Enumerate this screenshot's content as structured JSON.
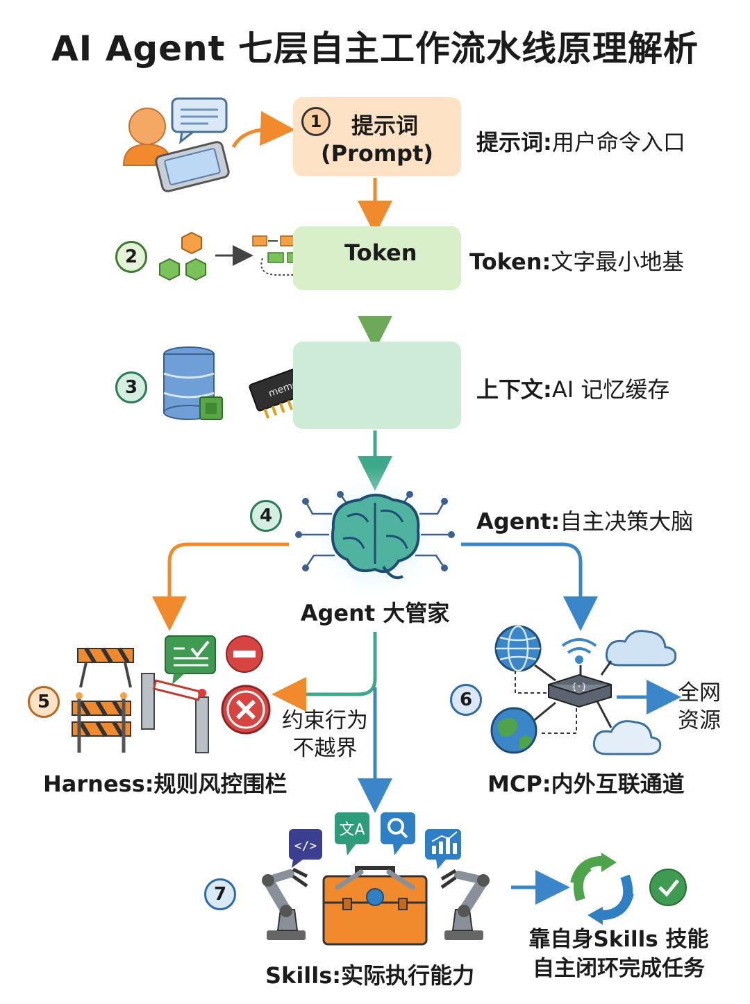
{
  "title": "AI Agent 七层自主工作流水线原理解析",
  "layers": [
    {
      "num": "1",
      "box_line1": "提示词",
      "box_line2": "(Prompt)",
      "desc_term": "提示词:",
      "desc_text": "用户命令入口"
    },
    {
      "num": "2",
      "box_label": "Token",
      "desc_term": "Token:",
      "desc_text": "文字最小地基"
    },
    {
      "num": "3",
      "chip_text": "memory",
      "desc_term": "上下文:",
      "desc_text": "AI 记忆缓存"
    },
    {
      "num": "4",
      "center_label": "Agent 大管家",
      "desc_term": "Agent:",
      "desc_text": "自主决策大脑"
    },
    {
      "num": "5",
      "label": "Harness:规则风控围栏",
      "side_line1": "约束行为",
      "side_line2": "不越界"
    },
    {
      "num": "6",
      "label": "MCP:内外互联通道",
      "side_line1": "全网",
      "side_line2": "资源"
    },
    {
      "num": "7",
      "label": "Skills:实际执行能力",
      "result_line1": "靠自身Skills 技能",
      "result_line2": "自主闭环完成任务"
    }
  ],
  "colors": {
    "orange": "#f08a2c",
    "green": "#6ea85a",
    "teal": "#3ea88a",
    "blue": "#3b86c8",
    "prompt_box": "#fde2c6",
    "token_box": "#d8efc9",
    "context_box": "#cdebd6"
  },
  "icons": [
    "user-icon",
    "chat-bubble-icon",
    "phone-icon",
    "cubes-icon",
    "token-flow-icon",
    "database-icon",
    "memory-chip-icon",
    "document-scroll-icon",
    "brain-icon",
    "barrier-icon",
    "checklist-icon",
    "stop-icon",
    "cross-icon",
    "globe-icon",
    "wifi-icon",
    "cloud-icon",
    "router-icon",
    "earth-icon",
    "code-icon",
    "translate-icon",
    "search-icon",
    "chart-icon",
    "robot-arm-icon",
    "toolbox-icon",
    "cycle-icon",
    "check-icon"
  ]
}
